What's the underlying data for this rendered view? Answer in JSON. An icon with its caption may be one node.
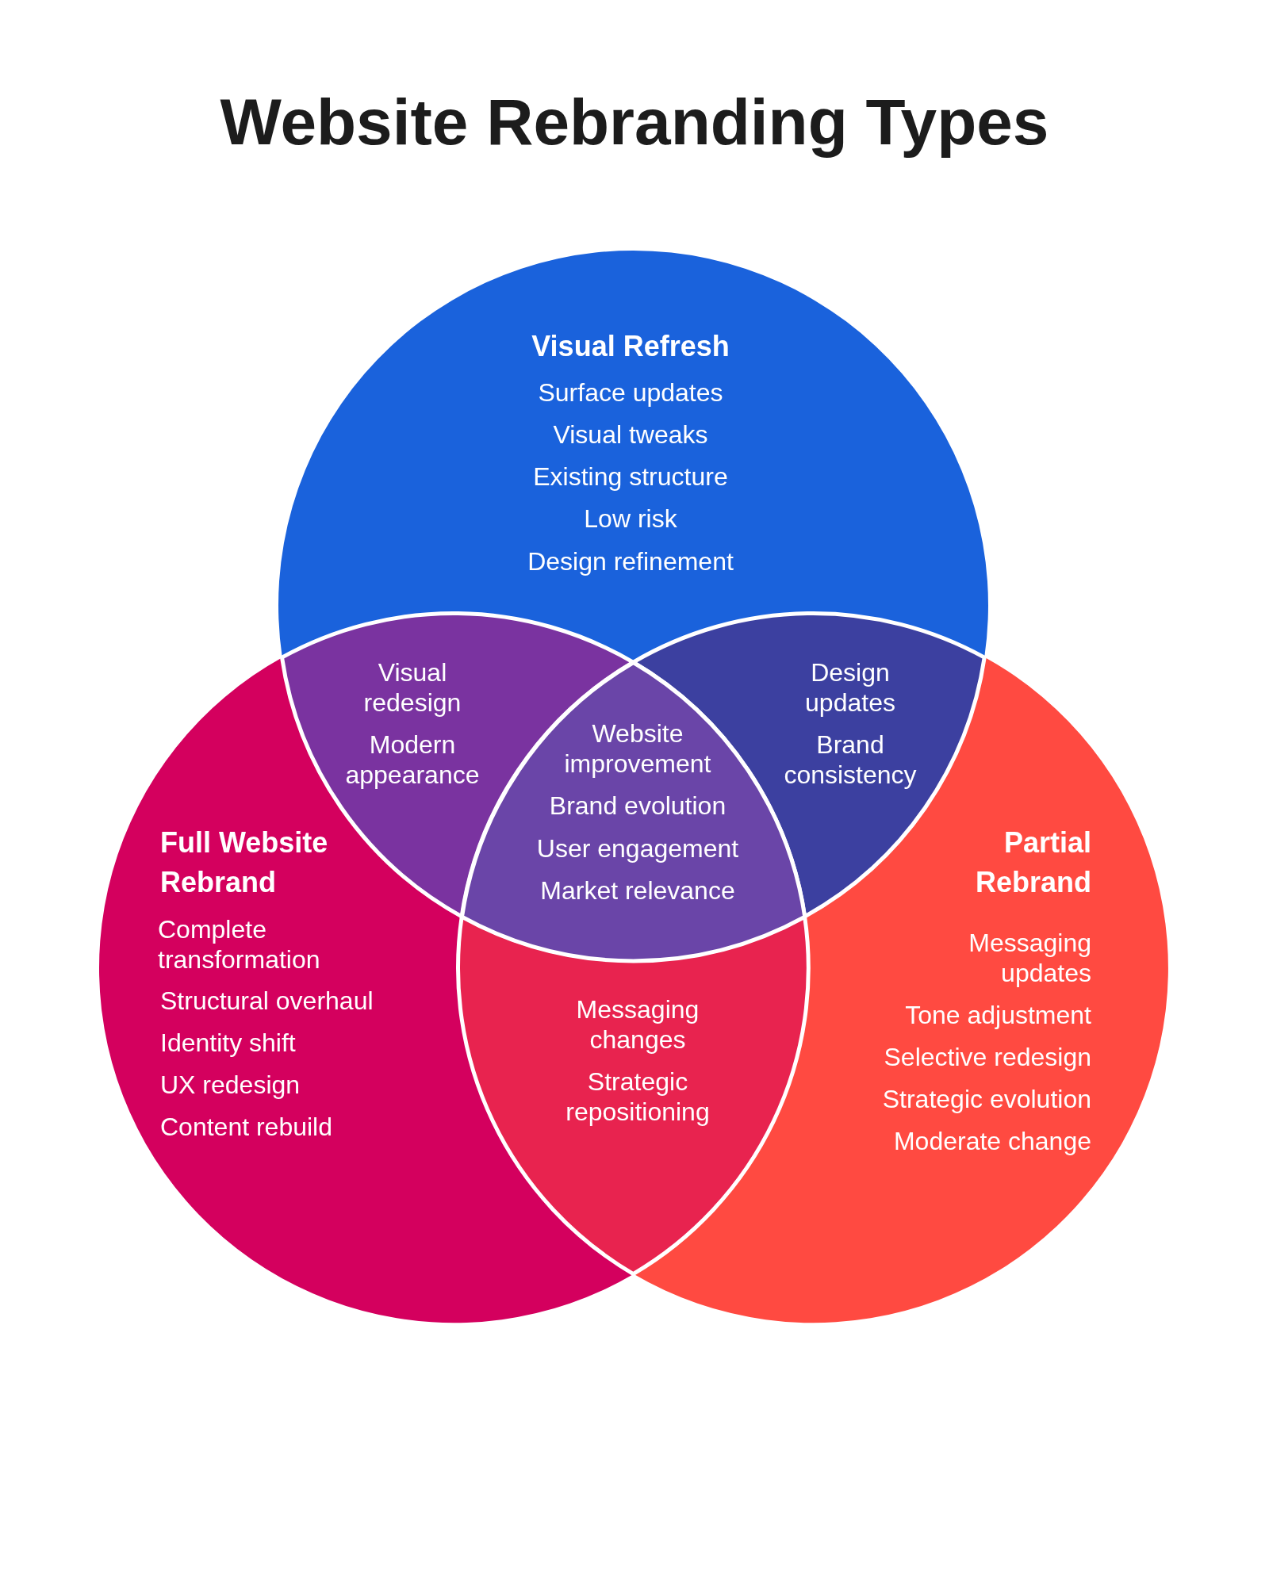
{
  "diagram": {
    "title": "Website Rebranding Types",
    "nodes": [
      {
        "text": [
          "Visual Refresh",
          "Surface updates",
          "Visual tweaks",
          "Existing structure",
          "Low risk",
          "Design refinement"
        ]
      },
      {
        "text": [
          "Visual redesign",
          "Modern appearance"
        ]
      },
      {
        "text": [
          "Design updates",
          "Brand consistency"
        ]
      },
      {
        "text": [
          "Website improvement",
          "Brand evolution",
          "User engagement",
          "Market relevance"
        ]
      },
      {
        "text": [
          "Full Website Rebrand",
          "Complete transformation",
          "Structural overhaul",
          "Identity shift",
          "UX redesign",
          "Content rebuild"
        ]
      },
      {
        "text": [
          "Partial Rebrand",
          "Messaging updates",
          "Tone adjustment",
          "Selective redesign",
          "Strategic evolution",
          "Moderate change"
        ]
      },
      {
        "text": [
          "Messaging changes",
          "Strategic repositioning"
        ]
      }
    ]
  }
}
